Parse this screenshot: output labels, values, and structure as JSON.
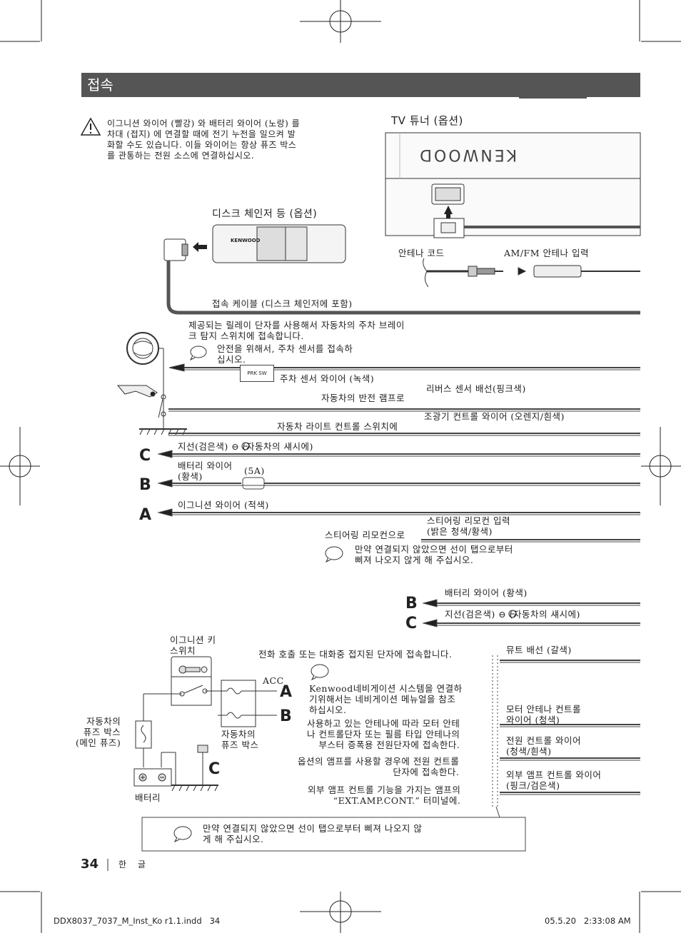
{
  "section_title": "접속",
  "warning_text": "이그니션 와이어 (빨강) 와 배터리 와이어 (노랑) 를\n차대 (접지) 에 연결할 때에 전기 누전을 일으켜 발\n화할 수도 있습니다. 이들 와이어는 항상 퓨즈 박스\n를 관통하는 전원 소스에 연결하십시오.",
  "tv_tuner_label": "TV 튜너 (옵션)",
  "brand": "KENWOOD",
  "disc_changer_label": "디스크 체인저 등 (옵션)",
  "antenna_cord_label": "안테나 코드",
  "amfm_input_label": "AM/FM 안테나 입력",
  "connection_cable_label": "접속 케이블 (디스크 체인저에 포함)",
  "relay_text": "제공되는 릴레이 단자를 사용해서 자동차의 주차 브레이\n크 탐지 스위치에 접속합니다.",
  "safety_note": "안전을 위해서, 주차 센서를 접속하\n십시오.",
  "prk_sw": "PRK SW",
  "parking_sensor_wire": "주차 센서 와이어 (녹색)",
  "reverse_lamp": "자동차의 반전 램프로",
  "reverse_sensor_wire": "리버스 센서 배선(핑크색)",
  "light_switch": "자동차 라이트 컨트롤 스위치에",
  "dimmer_wire": "조광기 컨트롤 와이어 (오렌지/흰색)",
  "ground_wire": "지선(검은색) ⊖ (자동차의 섀시에)",
  "battery_wire_top": "배터리 와이어\n(황색)",
  "fuse_5a": "(5A)",
  "ignition_wire": "이그니션 와이어 (적색)",
  "steering_to": "스티어링 리모컨으로",
  "steering_input": "스티어링 리모컨 입력\n(밝은 청색/황색)",
  "tape_note_1": "만약 연결되지 않았으면 선이 탭으로부터\n삐져 나오지 않게 해 주십시오.",
  "letters": {
    "a": "A",
    "b": "B",
    "c": "C"
  },
  "battery_wire_right": "배터리 와이어 (황색)",
  "ground_wire_right": "지선(검은색) ⊖ (자동차의 섀시에)",
  "ignition_key": "이그니션 키\n스위치",
  "phone_text": "전화 호출 또는 대화중 접지된 단자에 접속합니다.",
  "mute_wire": "뮤트 배선 (갈색)",
  "acc": "ACC",
  "kenwood_nav": "Kenwood네비게이션 시스템을 연결하\n기위해서는 네비게이션 메뉴얼을 참조\n하십시오.",
  "motor_antenna_text": "사용하고 있는 안테나에 따라 모터 안테\n나 컨트롤단자 또는 필름 타입 안테나의\n부스터 증폭용 전원단자에 접속한다.",
  "motor_antenna_wire": "모터 안테나 컨트롤\n와이어 (청색)",
  "car_fuse_main": "자동차의\n퓨즈 박스\n(메인 퓨즈)",
  "car_fuse": "자동차의\n퓨즈 박스",
  "power_control_wire": "전원 컨트롤 와이어\n(청색/흰색)",
  "amp_text": "옵션의 앰프를 사용할 경우에 전원 컨트롤\n단자에 접속한다.",
  "battery": "배터리",
  "ext_amp_text": "외부 앰프 컨트롤 기능을 가지는 앰프의\n“EXT.AMP.CONT.” 터미널에.",
  "ext_amp_wire": "외부 앰프 컨트롤 와이어\n(핑크/검은색)",
  "tape_note_2": "만약 연결되지 않았으면 선이 탭으로부터 삐져 나오지 않\n게 해 주십시오.",
  "page_number": "34",
  "page_lang": "한 글",
  "footer_file": "DDX8037_7037_M_Inst_Ko r1.1.indd   34",
  "footer_date": "05.5.20   2:33:08 AM"
}
